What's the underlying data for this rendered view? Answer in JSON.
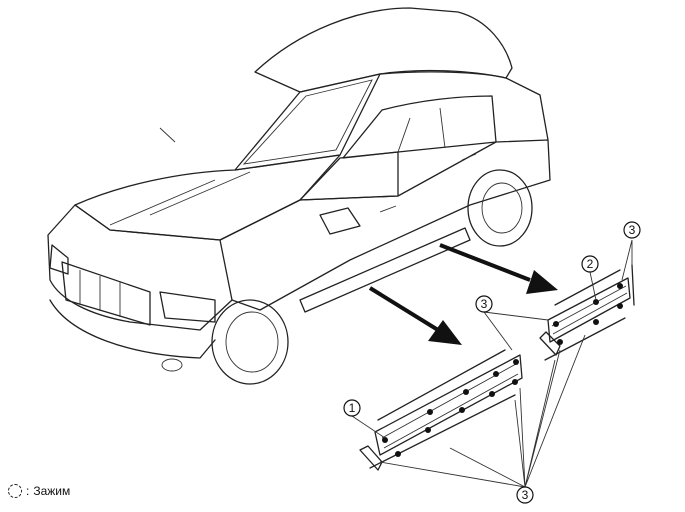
{
  "callouts": {
    "c1": "1",
    "c2": "2",
    "c3a": "3",
    "c3b": "3",
    "c3c": "3"
  },
  "legend": {
    "sep": ":",
    "text": "Зажим"
  }
}
